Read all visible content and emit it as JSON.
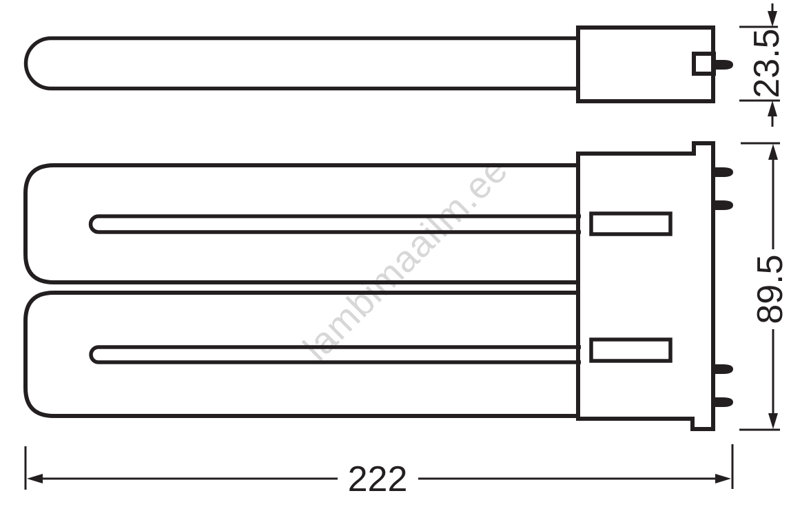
{
  "drawing": {
    "type": "technical-dimension-drawing",
    "background_color": "#ffffff",
    "line_color": "#231f20",
    "views": {
      "side_view": "lamp-side-profile",
      "plan_view": "lamp-top-view"
    }
  },
  "dimensions": {
    "height": {
      "value": "23.5",
      "orientation": "vertical-rotated"
    },
    "width": {
      "value": "89.5",
      "orientation": "vertical-rotated"
    },
    "length": {
      "value": "222",
      "orientation": "horizontal"
    }
  },
  "watermark": {
    "text": "lambimaailm.ee",
    "color": "#d7d7d7"
  }
}
